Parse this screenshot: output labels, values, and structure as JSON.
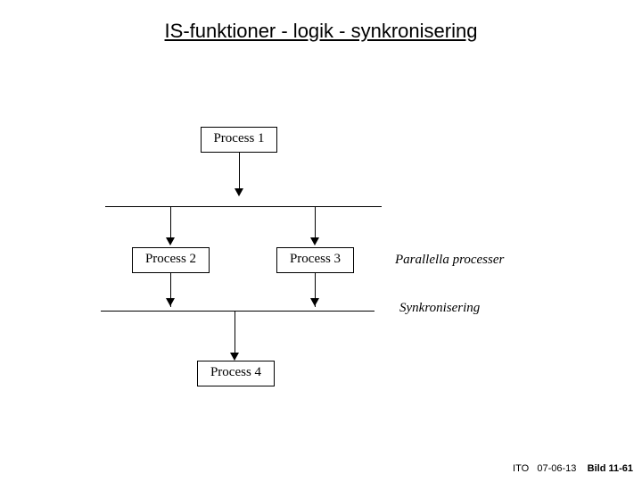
{
  "slide": {
    "title": "IS-funktioner - logik - synkronisering",
    "boxes": [
      {
        "label": "Process 1"
      },
      {
        "label": "Process 2"
      },
      {
        "label": "Process 3"
      },
      {
        "label": "Process 4"
      }
    ],
    "labels": [
      {
        "text": "Parallella processer"
      },
      {
        "text": "Synkronisering"
      }
    ],
    "footer": {
      "course": "ITO",
      "date": "07-06-13",
      "slide_no": "Bild 11-61"
    }
  }
}
